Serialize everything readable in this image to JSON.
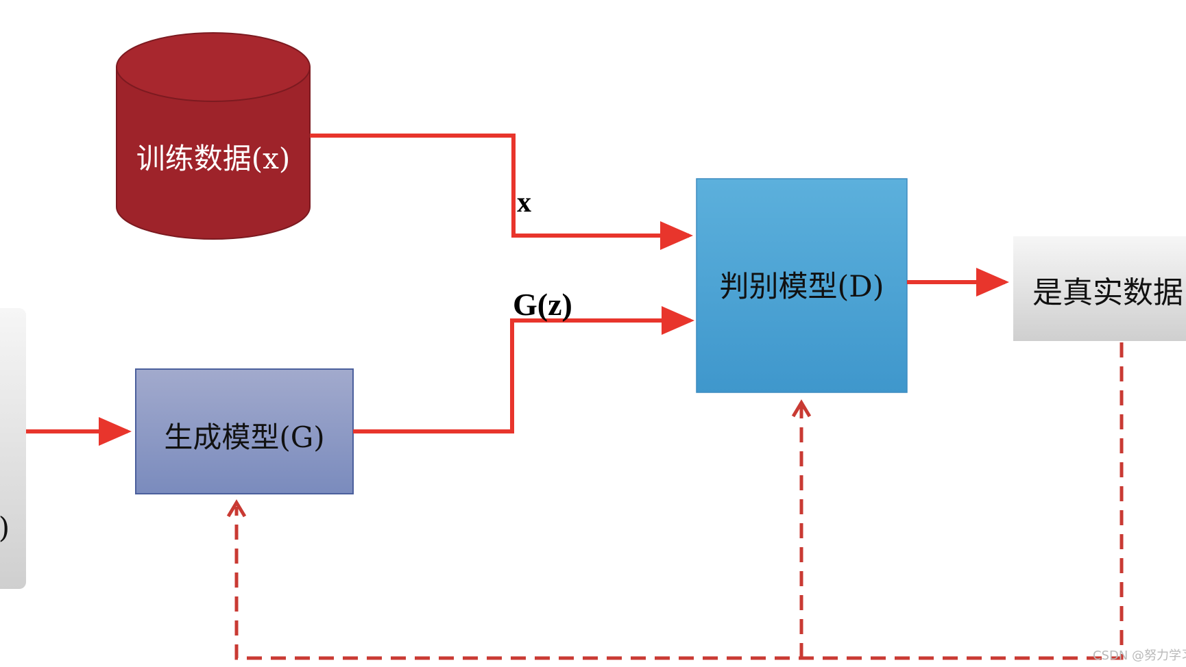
{
  "nodes": {
    "training_data": "训练数据(x)",
    "generator": "生成模型(G)",
    "discriminator": "判别模型(D)",
    "output": "是真实数据",
    "noise_partial": ")"
  },
  "edges": {
    "real_sample_label": "x",
    "generated_sample_label": "G(z)"
  },
  "watermark": "CSDN @努力学习",
  "colors": {
    "cylinder": "#9e232a",
    "cylinder_top": "#a8272e",
    "generator_top": "#a2aacd",
    "generator_bottom": "#7a8bbd",
    "discriminator_top": "#5aaedb",
    "discriminator_bottom": "#3f98cd",
    "arrow": "#e8352c",
    "feedback": "#c93a33"
  }
}
